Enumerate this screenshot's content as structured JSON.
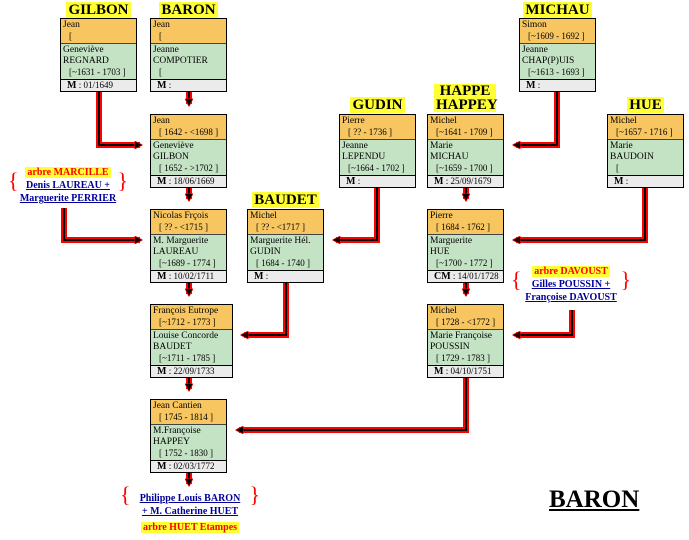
{
  "page_title": "BARON",
  "families": [
    {
      "id": "gilbon",
      "title": "GILBON",
      "husband": "Jean",
      "husband_dates": "[",
      "wife_first": "Geneviève",
      "wife_last": "REGNARD",
      "wife_dates": "[~1631 - 1703 ]",
      "marriage_type": "M",
      "marriage_date": ": 01/1649"
    },
    {
      "id": "baron",
      "title": "BARON",
      "husband": "Jean",
      "husband_dates": "[",
      "wife_first": "Jeanne",
      "wife_last": "COMPOTIER",
      "wife_dates": "[",
      "marriage_type": "M",
      "marriage_date": ":"
    },
    {
      "id": "michau",
      "title": "MICHAU",
      "husband": "Simon",
      "husband_dates": "[~1609 - 1692 ]",
      "wife_first": "Jeanne",
      "wife_last": "CHAP(P)UIS",
      "wife_dates": "[~1613 - 1693 ]",
      "marriage_type": "M",
      "marriage_date": ":"
    },
    {
      "id": "baron2",
      "title": "",
      "husband": "Jean",
      "husband_dates": "[ 1642 - <1698 ]",
      "wife_first": "Geneviève",
      "wife_last": "GILBON",
      "wife_dates": "[ 1652 - >1702 ]",
      "marriage_type": "M",
      "marriage_date": ": 18/06/1669"
    },
    {
      "id": "gudin",
      "title": "GUDIN",
      "husband": "Pierre",
      "husband_dates": "[ ?? - 1736 ]",
      "wife_first": "Jeanne",
      "wife_last": "LEPENDU",
      "wife_dates": "[~1664 - 1702 ]",
      "marriage_type": "M",
      "marriage_date": ":"
    },
    {
      "id": "happe",
      "title": "HAPPE HAPPEY",
      "husband": "Michel",
      "husband_dates": "[~1641 - 1709 ]",
      "wife_first": "Marie",
      "wife_last": "MICHAU",
      "wife_dates": "[~1659 - 1700 ]",
      "marriage_type": "M",
      "marriage_date": ": 25/09/1679"
    },
    {
      "id": "hue",
      "title": "HUE",
      "husband": "Michel",
      "husband_dates": "[~1657 - 1716 ]",
      "wife_first": "Marie",
      "wife_last": "BAUDOIN",
      "wife_dates": "[",
      "marriage_type": "M",
      "marriage_date": ":"
    },
    {
      "id": "baron3",
      "title": "",
      "husband": "Nicolas Frçois",
      "husband_dates": "[ ?? - <1715 ]",
      "wife_first": "M. Marguerite",
      "wife_last": "LAUREAU",
      "wife_dates": "[~1689 - 1774 ]",
      "marriage_type": "M",
      "marriage_date": ": 10/02/1711"
    },
    {
      "id": "baudet",
      "title": "BAUDET",
      "husband": "Michel",
      "husband_dates": "[ ?? - <1717 ]",
      "wife_first": "Marguerite Hél.",
      "wife_last": "GUDIN",
      "wife_dates": "[ 1684 - 1740 ]",
      "marriage_type": "M",
      "marriage_date": ":"
    },
    {
      "id": "happey2",
      "title": "",
      "husband": "Pierre",
      "husband_dates": "[ 1684 - 1762 ]",
      "wife_first": "Marguerite",
      "wife_last": "HUE",
      "wife_dates": "[~1700 - 1772 ]",
      "marriage_type": "CM",
      "marriage_date": ": 14/01/1728"
    },
    {
      "id": "baron4",
      "title": "",
      "husband": "François Eutrope",
      "husband_dates": "[~1712 - 1773 ]",
      "wife_first": "Louise Concorde",
      "wife_last": "BAUDET",
      "wife_dates": "[~1711 - 1785 ]",
      "marriage_type": "M",
      "marriage_date": ":  22/09/1733"
    },
    {
      "id": "happey3",
      "title": "",
      "husband": "Michel",
      "husband_dates": "[ 1728 - <1772 ]",
      "wife_first": "Marie Françoise",
      "wife_last": "POUSSIN",
      "wife_dates": "[ 1729 - 1783 ]",
      "marriage_type": "M",
      "marriage_date": ": 04/10/1751"
    },
    {
      "id": "baron5",
      "title": "",
      "husband": "Jean Cantien",
      "husband_dates": "[ 1745 - 1814 ]",
      "wife_first": "M.Françoise",
      "wife_last": "HAPPEY",
      "wife_dates": "[ 1752 - 1830 ]",
      "marriage_type": "M",
      "marriage_date": ": 02/03/1772"
    }
  ],
  "external_trees": {
    "marcille": {
      "tree_label": "arbre MARCILLE",
      "line1": "Denis LAUREAU +",
      "line2": "Marguerite PERRIER"
    },
    "davoust": {
      "tree_label": "arbre DAVOUST",
      "line1": "Gilles POUSSIN +",
      "line2": "Françoise DAVOUST"
    },
    "huet": {
      "tree_label": "arbre HUET Etampes",
      "line1": "Philippe Louis BARON",
      "line2": "+ M. Catherine HUET"
    }
  },
  "colors": {
    "husband": "#f8c660",
    "wife": "#c4e2c4",
    "marriage": "#ebebeb",
    "arrow": "#ff0000",
    "highlight": "#ffff33"
  }
}
